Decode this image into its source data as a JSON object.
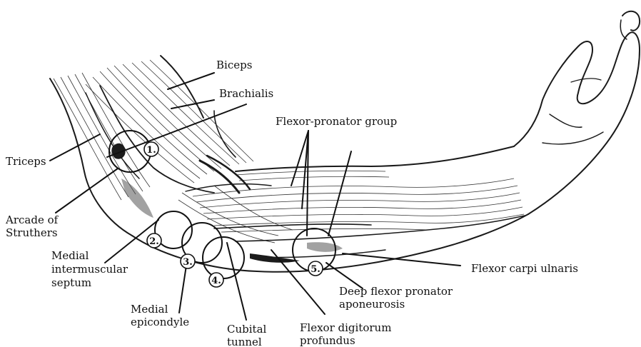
{
  "labels": {
    "biceps": "Biceps",
    "brachialis": "Brachialis",
    "flexor_pronator_group": "Flexor-pronator group",
    "triceps": "Triceps",
    "arcade_line1": "Arcade of",
    "arcade_line2": "Struthers",
    "septum_line1": "Medial",
    "septum_line2": "intermuscular",
    "septum_line3": "septum",
    "epicondyle_line1": "Medial",
    "epicondyle_line2": "epicondyle",
    "cubital_line1": "Cubital",
    "cubital_line2": "tunnel",
    "fdp_line1": "Flexor digitorum",
    "fdp_line2": "profundus",
    "deep_line1": "Deep flexor pronator",
    "deep_line2": "aponeurosis",
    "fcu": "Flexor carpi ulnaris"
  },
  "markers": [
    "1.",
    "2.",
    "3.",
    "4.",
    "5."
  ]
}
